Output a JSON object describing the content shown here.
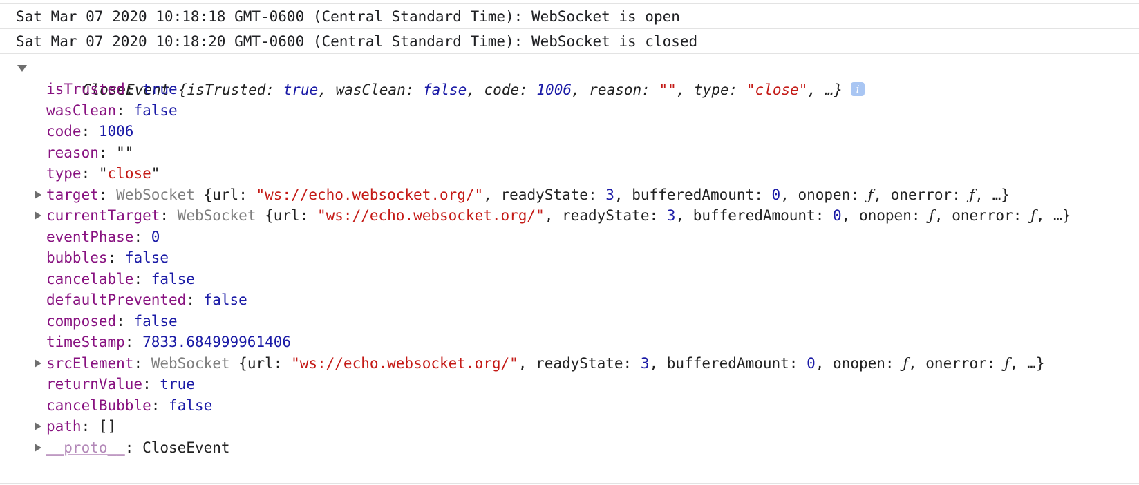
{
  "log": [
    "Sat Mar 07 2020 10:18:18 GMT-0600 (Central Standard Time): WebSocket is open",
    "Sat Mar 07 2020 10:18:20 GMT-0600 (Central Standard Time): WebSocket is closed"
  ],
  "summary": {
    "name": "CloseEvent",
    "open": " {",
    "isTrusted_key": "isTrusted",
    "isTrusted_val": "true",
    "wasClean_key": "wasClean",
    "wasClean_val": "false",
    "code_key": "code",
    "code_val": "1006",
    "reason_key": "reason",
    "reason_val": "\"\"",
    "type_key": "type",
    "type_val": "\"close\"",
    "tail": ", …}",
    "info": "i"
  },
  "props": {
    "isTrusted": {
      "key": "isTrusted",
      "value": "true"
    },
    "wasClean": {
      "key": "wasClean",
      "value": "false"
    },
    "code": {
      "key": "code",
      "value": "1006"
    },
    "reason": {
      "key": "reason",
      "value": "\"\""
    },
    "type": {
      "key": "type",
      "value": "\"close\""
    },
    "target": {
      "key": "target",
      "cls": "WebSocket",
      "url": "\"ws://echo.websocket.org/\"",
      "readyState": "3",
      "bufferedAmount": "0"
    },
    "currentTarget": {
      "key": "currentTarget",
      "cls": "WebSocket",
      "url": "\"ws://echo.websocket.org/\"",
      "readyState": "3",
      "bufferedAmount": "0"
    },
    "eventPhase": {
      "key": "eventPhase",
      "value": "0"
    },
    "bubbles": {
      "key": "bubbles",
      "value": "false"
    },
    "cancelable": {
      "key": "cancelable",
      "value": "false"
    },
    "defaultPrevented": {
      "key": "defaultPrevented",
      "value": "false"
    },
    "composed": {
      "key": "composed",
      "value": "false"
    },
    "timeStamp": {
      "key": "timeStamp",
      "value": "7833.684999961406"
    },
    "srcElement": {
      "key": "srcElement",
      "cls": "WebSocket",
      "url": "\"ws://echo.websocket.org/\"",
      "readyState": "3",
      "bufferedAmount": "0"
    },
    "returnValue": {
      "key": "returnValue",
      "value": "true"
    },
    "cancelBubble": {
      "key": "cancelBubble",
      "value": "false"
    },
    "path": {
      "key": "path",
      "value": "[]"
    },
    "proto": {
      "key": "__proto__",
      "value": "CloseEvent"
    }
  },
  "ws_preview": {
    "open": " {",
    "url_key": "url",
    "readyState_key": "readyState",
    "bufferedAmount_key": "bufferedAmount",
    "onopen_key": "onopen",
    "onerror_key": "onerror",
    "fn": "ƒ",
    "tail": "…}"
  },
  "colors": {
    "key": "#881280",
    "keyword_value": "#1a1aa6",
    "string_value": "#c41a16",
    "class_name": "#7f7f7f",
    "info_badge": "#a9c6f3"
  },
  "icons": [
    "expand-triangle-down-icon",
    "expand-triangle-right-icon",
    "info-icon"
  ]
}
